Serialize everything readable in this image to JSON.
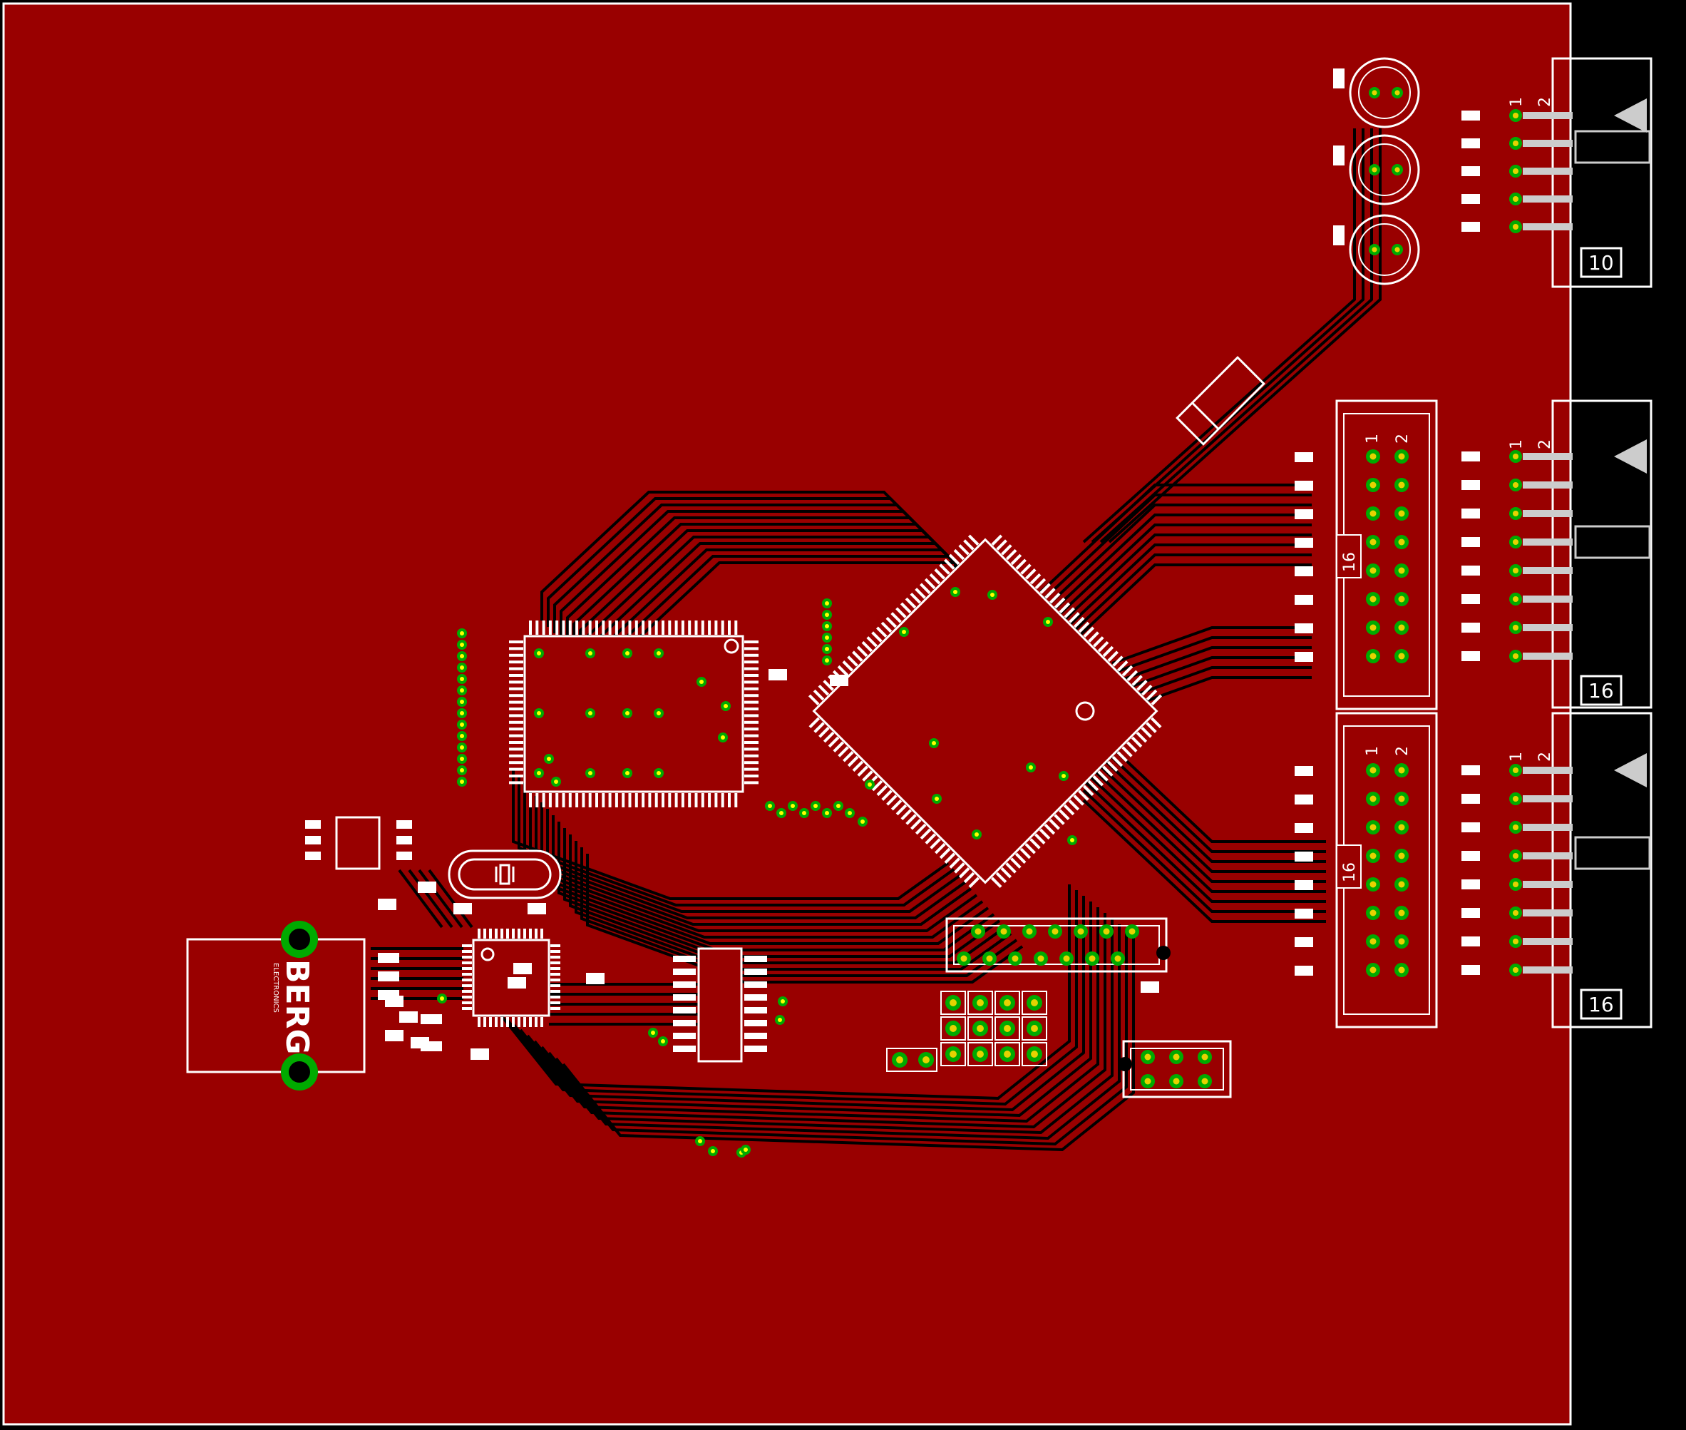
{
  "colors": {
    "background": "#000000",
    "board_fill": "#990000",
    "board_edge": "#ffffff",
    "trace": "#000000",
    "silkscreen": "#ffffff",
    "pad": "#ffffff",
    "via": "#00aa00",
    "via_hole": "#ffff00"
  },
  "labels": {
    "connector_pin_one": "1",
    "connector_pin_two": "2",
    "header_small_count": "10",
    "header_large_count_a": "16",
    "header_large_count_b": "16",
    "ribbon_a_count": "16",
    "ribbon_b_count": "16",
    "usb_brand": "BERG",
    "usb_brand_sub": "ELECTRONICS"
  },
  "icons": {
    "triangle_marker": "triangle-marker-icon",
    "led": "led-icon",
    "crystal": "crystal-icon",
    "mounting_hole": "mounting-hole-icon"
  }
}
